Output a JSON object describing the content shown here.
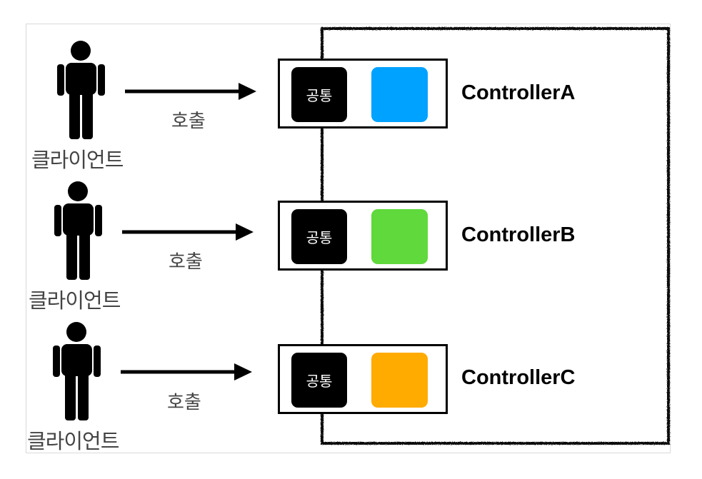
{
  "rows": [
    {
      "client_label": "클라이언트",
      "call_label": "호출",
      "common_label": "공통",
      "controller_name": "ControllerA",
      "color": "#00a2ff"
    },
    {
      "client_label": "클라이언트",
      "call_label": "호출",
      "common_label": "공통",
      "controller_name": "ControllerB",
      "color": "#5fd93b"
    },
    {
      "client_label": "클라이언트",
      "call_label": "호출",
      "common_label": "공통",
      "controller_name": "ControllerC",
      "color": "#ffab00"
    }
  ]
}
